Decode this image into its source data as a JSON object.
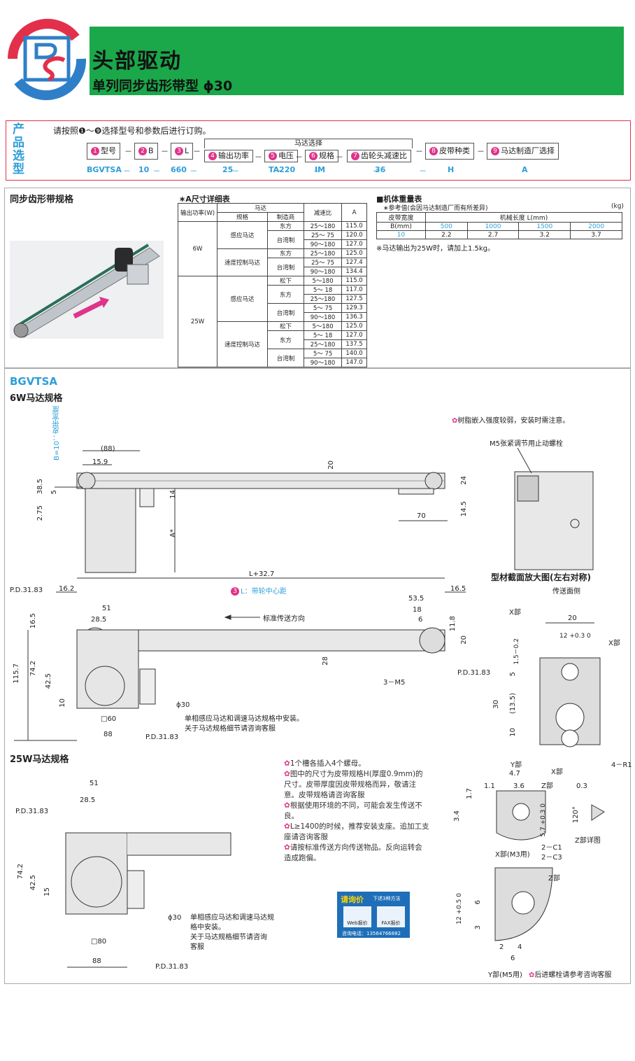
{
  "header": {
    "title": "头部驱动",
    "subtitle": "单列同步齿形带型 ɸ30",
    "logo_text": "BS"
  },
  "selection": {
    "vertical_title": "产品选型",
    "instruction": "请按照❶～❾选择型号和参数后进行订购。",
    "motor_group": "马达选择",
    "fields": [
      {
        "n": "1",
        "label": "型号",
        "value": "BGVTSA"
      },
      {
        "n": "2",
        "label": "B",
        "value": "10"
      },
      {
        "n": "3",
        "label": "L",
        "value": "660"
      },
      {
        "n": "4",
        "label": "输出功率",
        "value": "25"
      },
      {
        "n": "5",
        "label": "电压",
        "value": "TA220"
      },
      {
        "n": "6",
        "label": "规格",
        "value": "IM"
      },
      {
        "n": "7",
        "label": "齿轮头减速比",
        "value": "36"
      },
      {
        "n": "8",
        "label": "皮带种类",
        "value": "H"
      },
      {
        "n": "9",
        "label": "马达制造厂选择",
        "value": "A"
      }
    ]
  },
  "belt_spec": {
    "title": "同步齿形带规格"
  },
  "a_table": {
    "title": "∗A尺寸详细表",
    "headers": {
      "power": "输出功率(W)",
      "motor": "马达",
      "spec": "规格",
      "maker": "制造商",
      "ratio": "减速比",
      "a": "A"
    },
    "rows": [
      [
        "6W",
        "感应马达",
        "东方",
        "25～180",
        "115.0"
      ],
      [
        "",
        "",
        "台湾制",
        "25～ 75",
        "120.0"
      ],
      [
        "",
        "",
        "",
        "90～180",
        "127.0"
      ],
      [
        "",
        "速度控制马达",
        "东方",
        "25～180",
        "125.0"
      ],
      [
        "",
        "",
        "台湾制",
        "25～ 75",
        "127.4"
      ],
      [
        "",
        "",
        "",
        "90～180",
        "134.4"
      ],
      [
        "25W",
        "感应马达",
        "松下",
        "5～180",
        "115.0"
      ],
      [
        "",
        "",
        "东方",
        "5～ 18",
        "117.0"
      ],
      [
        "",
        "",
        "",
        "25～180",
        "127.5"
      ],
      [
        "",
        "",
        "台湾制",
        "5～ 75",
        "129.3"
      ],
      [
        "",
        "",
        "",
        "90～180",
        "136.3"
      ],
      [
        "",
        "速度控制马达",
        "松下",
        "5～180",
        "125.0"
      ],
      [
        "",
        "",
        "东方",
        "5～ 18",
        "127.0"
      ],
      [
        "",
        "",
        "",
        "25～180",
        "137.5"
      ],
      [
        "",
        "",
        "台湾制",
        "5～ 75",
        "140.0"
      ],
      [
        "",
        "",
        "",
        "90～180",
        "147.0"
      ]
    ]
  },
  "weight_table": {
    "title": "■机体重量表",
    "ref": "∗参考值(会因马达制造厂而有所差异)",
    "unit": "(kg)",
    "belt_width": "皮带宽度",
    "b_mm": "B(mm)",
    "length_label": "机械长度 L(mm)",
    "lengths": [
      "500",
      "1000",
      "1500",
      "2000"
    ],
    "b_value": "10",
    "weights": [
      "2.2",
      "2.7",
      "3.2",
      "3.7"
    ],
    "note": "※马达输出为25W时，请加上1.5kg。"
  },
  "drawing": {
    "model": "BGVTSA",
    "spec6w": "6W马达规格",
    "spec25w": "25W马达规格",
    "resin_note": "树脂嵌入强度较弱，安装时需注意。",
    "m5_note": "M5张紧调节用止动螺栓",
    "belt_width_note": "B=10：皮带宽度",
    "section_title": "型材截面放大图(左右对称)",
    "transfer_face": "传送面侧",
    "l_label": "L+32.7",
    "l_center": "L：带轮中心距",
    "direction": "标准传送方向",
    "motor_note1": "单相感应马达和调速马达规格中安装。",
    "motor_note2": "关于马达规格细节请咨询客服",
    "motor_note25_1": "单相感应马达和调速马达规",
    "motor_note25_2": "格中安装。",
    "motor_note25_3": "关于马达规格细节请咨询",
    "motor_note25_4": "客服",
    "notes": [
      "1个槽各插入4个螺母。",
      "图中的尺寸为皮带规格H(厚度0.9mm)的尺寸。皮带厚度因皮带规格而异，敬请注意。皮带规格请咨询客服",
      "根据使用环境的不同，可能会发生传送不良。",
      "L≥1400的时候，推荐安装支座。追加工支座请咨询客服",
      "请按标准传送方向传送物品。反向运转会造成跑偏。"
    ],
    "x_part": "X部(M3用)",
    "y_part": "Y部(M5用)",
    "z_detail": "Z部详图",
    "bolt_note": "后进螺栓请参考咨询客服",
    "dims": {
      "d88": "(88)",
      "d15_9": "15.9",
      "d20": "20",
      "d24": "24",
      "d38_5": "38.5",
      "d5": "5",
      "d2_75": "2.75",
      "d14": "14",
      "d14_5": "14.5",
      "d70": "70",
      "a_star": "A*",
      "pd": "P.D.31.83",
      "d16_2": "16.2",
      "d16_5": "16.5",
      "d51": "51",
      "d28_5": "28.5",
      "d53_5": "53.5",
      "d18": "18",
      "d6": "6",
      "d11_8": "11.8",
      "d20b": "20",
      "d28": "28",
      "d115_7": "115.7",
      "d74_2": "74.2",
      "d42_5": "42.5",
      "d10": "10",
      "d16_5b": "16.5",
      "phi30": "ɸ30",
      "sq60": "□60",
      "d88b": "88",
      "m5": "3－M5",
      "s20": "20",
      "s12": "12 +0.3 0",
      "s1_5": "1.5－0.2",
      "s5": "5",
      "s30": "30",
      "s13_5": "(13.5)",
      "s10": "10",
      "sx": "X部",
      "sy": "Y部",
      "r1": "4－R1",
      "x4_7": "4.7",
      "x3_6": "3.6",
      "x1_1": "1.1",
      "x1_7": "1.7",
      "x3_4": "3.4",
      "x5_7": "5.7 +0.3 0",
      "zpart": "Z部",
      "c1": "2－C1",
      "c3": "2－C3",
      "z0_3": "0.3",
      "z120": "120°",
      "y12": "12 +0.5 0",
      "y6": "6",
      "y3": "3",
      "y2": "2",
      "y4": "4",
      "y6b": "6",
      "w51": "51",
      "w28_5": "28.5",
      "w74_2": "74.2",
      "w42_5": "42.5",
      "w15": "15",
      "sq80": "□80",
      "w88": "88",
      "wphi30": "ɸ30"
    }
  },
  "inquiry": {
    "title": "请询价",
    "sub": "下述3种方法",
    "web": "Web报价",
    "fax": "FAX报价",
    "phone": "咨询电话：13564766882"
  }
}
